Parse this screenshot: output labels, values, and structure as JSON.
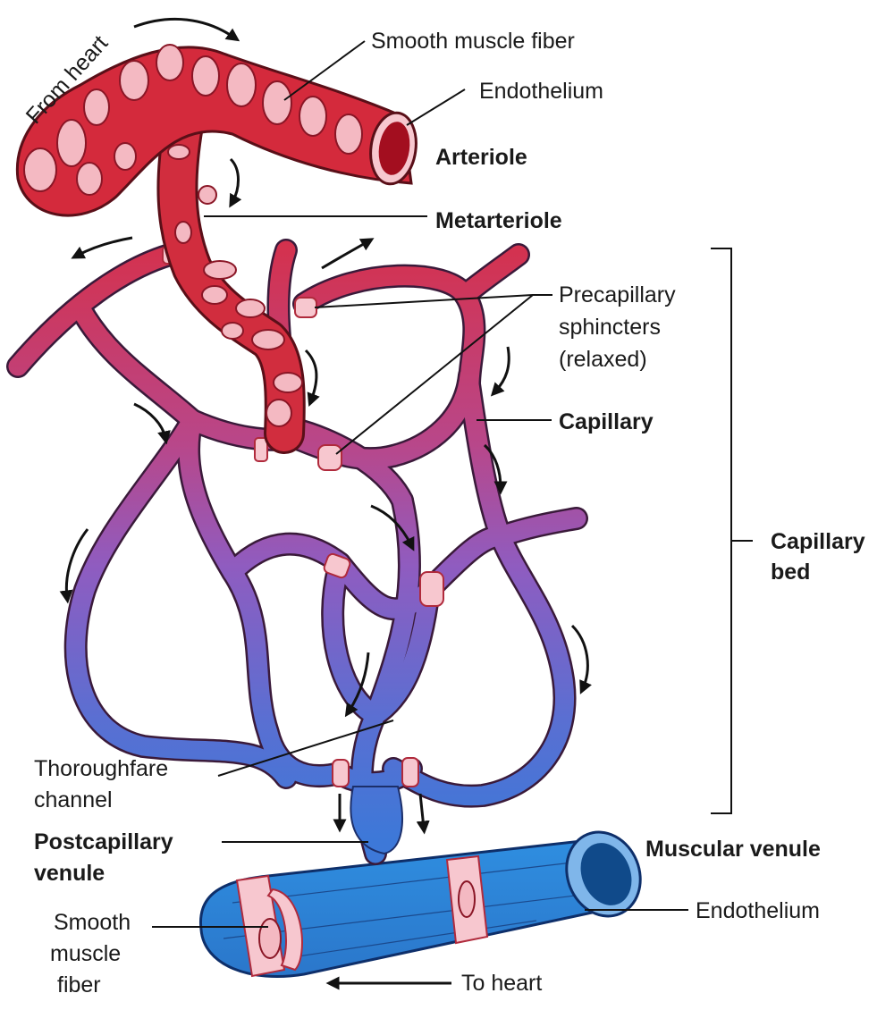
{
  "labels": {
    "from_heart": "From heart",
    "smooth_muscle_fiber_top": "Smooth muscle fiber",
    "endothelium_top": "Endothelium",
    "arteriole": "Arteriole",
    "metarteriole": "Metarteriole",
    "precapillary_sphincters": [
      "Precapillary",
      "sphincters",
      "(relaxed)"
    ],
    "capillary": "Capillary",
    "capillary_bed": [
      "Capillary",
      "bed"
    ],
    "thoroughfare_channel": [
      "Thoroughfare",
      "channel"
    ],
    "postcapillary_venule": [
      "Postcapillary",
      "venule"
    ],
    "muscular_venule": "Muscular venule",
    "endothelium_bottom": "Endothelium",
    "smooth_muscle_fiber_bottom": [
      "Smooth",
      "muscle",
      "fiber"
    ],
    "to_heart": "To heart"
  },
  "colors": {
    "arterial": "#d42a3c",
    "capillary_mid": "#9b5cb0",
    "venous": "#3f6fd0",
    "venule": "#2f8fd8",
    "sphincter": "#f7c7cf"
  }
}
